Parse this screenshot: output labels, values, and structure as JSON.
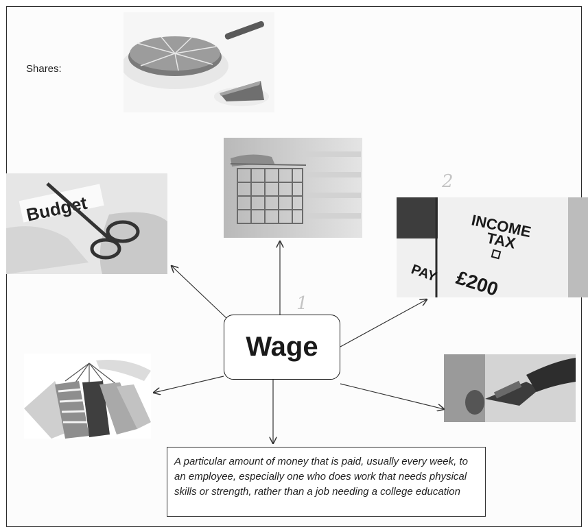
{
  "labels": {
    "shares": "Shares:",
    "wage": "Wage",
    "definition": "A particular amount of money that is paid, usually every week, to an employee, especially one who does work that needs physical skills or strength, rather than a job needing a college education"
  },
  "images": {
    "budget_sign": "Budget",
    "income_tax_card": {
      "line1": "INCOME",
      "line2": "TAX",
      "line3": "PAY",
      "line4": "£200"
    }
  },
  "pencil_marks": {
    "one": "1",
    "two": "2"
  },
  "colors": {
    "line": "#333333",
    "frame": "#2b2b2b"
  }
}
